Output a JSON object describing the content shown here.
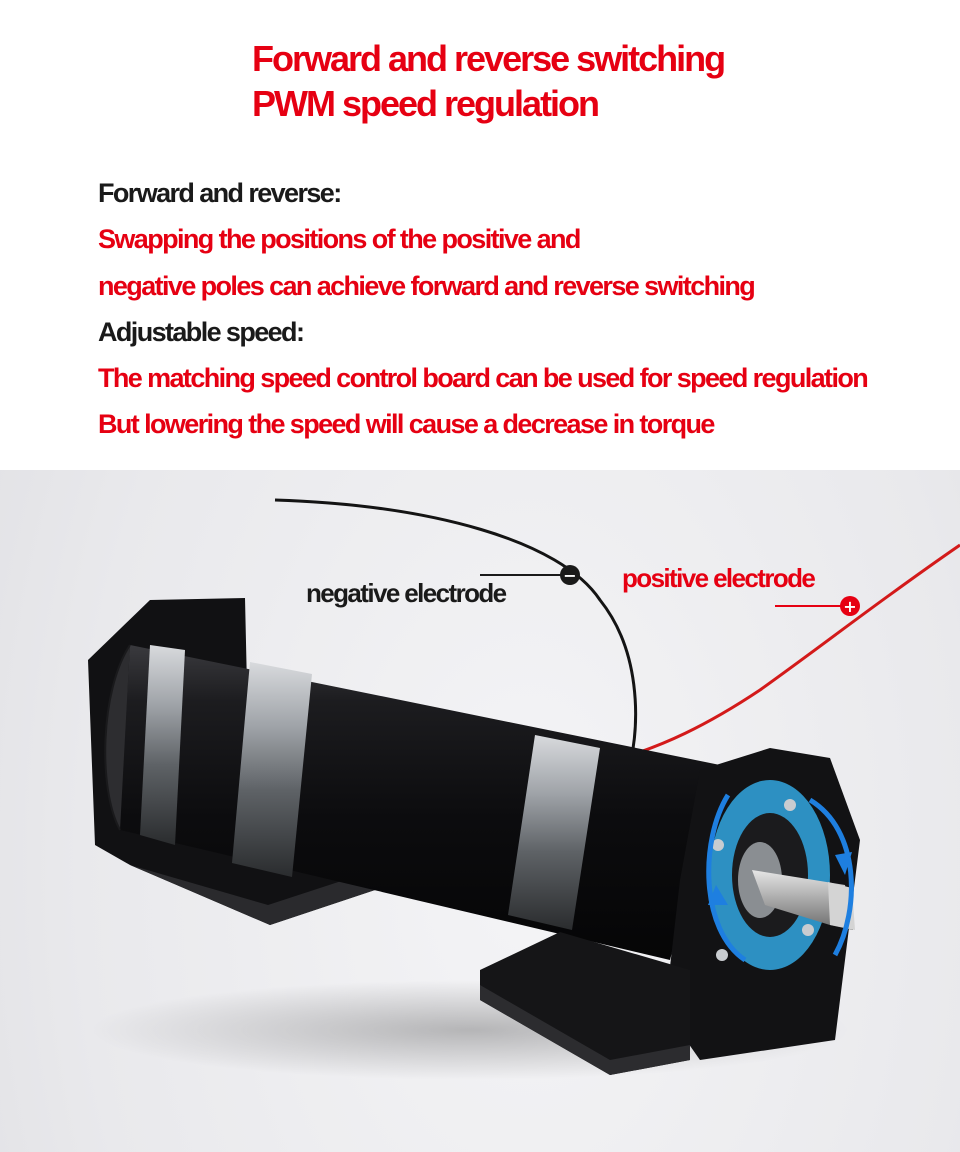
{
  "heading": {
    "line1": "Forward and reverse switching",
    "line2": "PWM speed regulation"
  },
  "description": {
    "forward_reverse_label": "Forward and reverse:",
    "forward_reverse_text1": "Swapping the positions of the positive and",
    "forward_reverse_text2": "negative poles can achieve forward and reverse switching",
    "speed_label": "Adjustable speed:",
    "speed_text1": "The matching speed control board can be used for speed regulation",
    "speed_text2": "But lowering the speed will cause a decrease in torque"
  },
  "callouts": {
    "negative": "negative electrode",
    "positive": "positive electrode",
    "negative_symbol": "−",
    "positive_symbol": "+"
  },
  "colors": {
    "accent_red": "#e60012",
    "text_dark": "#1a1a1a",
    "rotation_blue": "#1e7fe0"
  }
}
